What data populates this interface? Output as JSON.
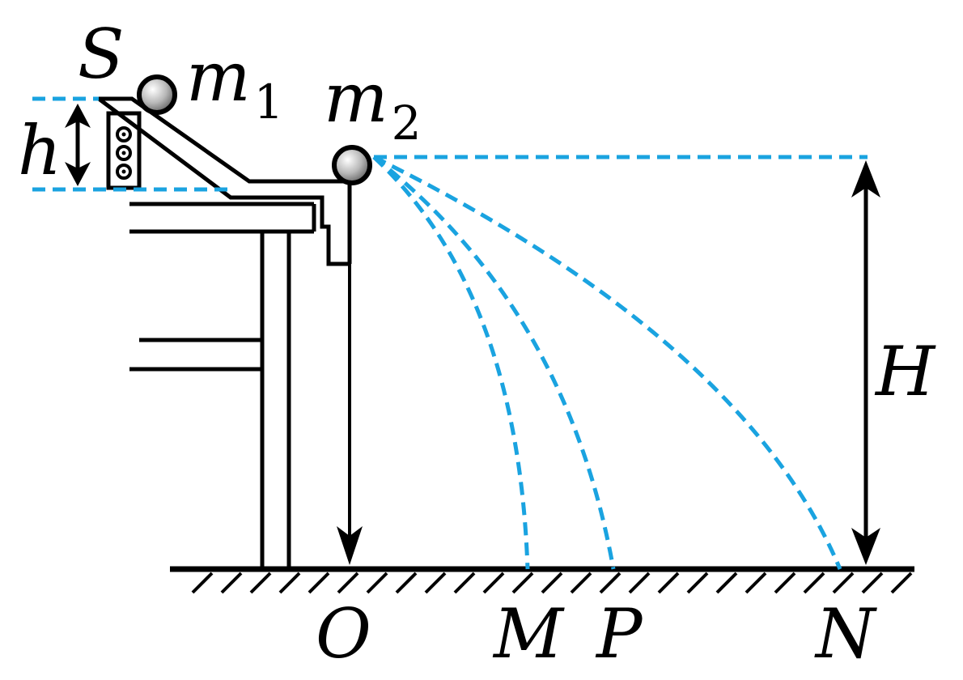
{
  "labels": {
    "S": "S",
    "m": "m",
    "m1_sub": "1",
    "m2_sub": "2",
    "h": "h",
    "H": "H",
    "O": "O",
    "M": "M",
    "P": "P",
    "N": "N"
  },
  "colors": {
    "ink": "#000000",
    "trajectory": "#1aa3e0",
    "ball_highlight": "#ffffff",
    "ball_shadow": "#6a6a6a"
  }
}
